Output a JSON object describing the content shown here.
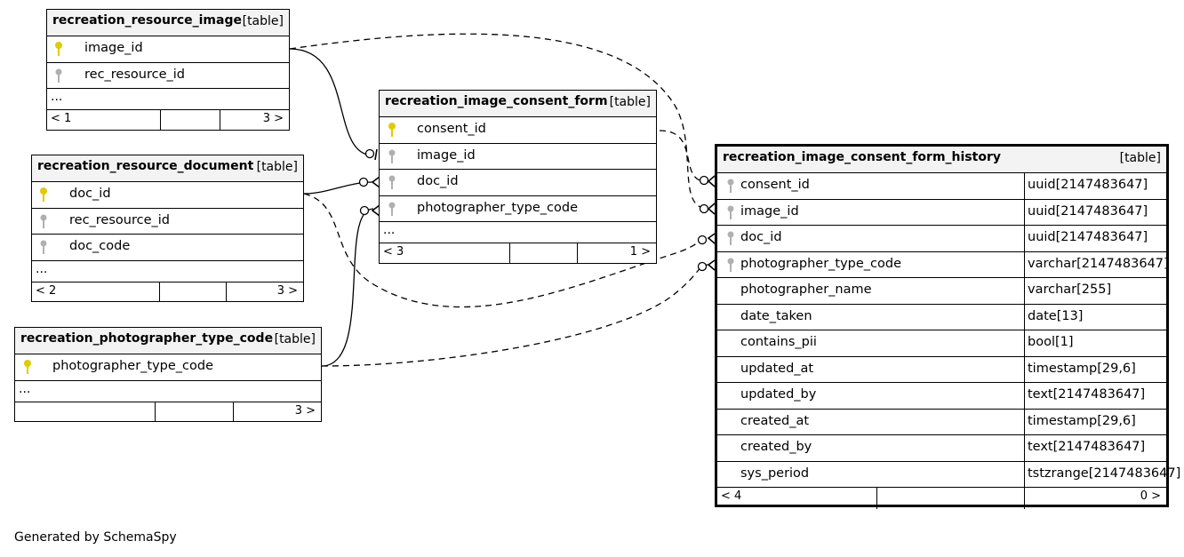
{
  "tables": {
    "resource_image": {
      "name": "recreation_resource_image",
      "type_label": "[table]",
      "columns": [
        "image_id",
        "rec_resource_id"
      ],
      "ellipsis": "...",
      "footer_left": "< 1",
      "footer_right": "3 >"
    },
    "resource_document": {
      "name": "recreation_resource_document",
      "type_label": "[table]",
      "columns": [
        "doc_id",
        "rec_resource_id",
        "doc_code"
      ],
      "ellipsis": "...",
      "footer_left": "< 2",
      "footer_right": "3 >"
    },
    "photographer_type_code": {
      "name": "recreation_photographer_type_code",
      "type_label": "[table]",
      "columns": [
        "photographer_type_code"
      ],
      "ellipsis": "...",
      "footer_left": "",
      "footer_right": "3 >"
    },
    "consent_form": {
      "name": "recreation_image_consent_form",
      "type_label": "[table]",
      "columns": [
        "consent_id",
        "image_id",
        "doc_id",
        "photographer_type_code"
      ],
      "ellipsis": "...",
      "footer_left": "< 3",
      "footer_right": "1 >"
    },
    "consent_form_history": {
      "name": "recreation_image_consent_form_history",
      "type_label": "[table]",
      "columns": [
        {
          "name": "consent_id",
          "type": "uuid[2147483647]"
        },
        {
          "name": "image_id",
          "type": "uuid[2147483647]"
        },
        {
          "name": "doc_id",
          "type": "uuid[2147483647]"
        },
        {
          "name": "photographer_type_code",
          "type": "varchar[2147483647]"
        },
        {
          "name": "photographer_name",
          "type": "varchar[255]"
        },
        {
          "name": "date_taken",
          "type": "date[13]"
        },
        {
          "name": "contains_pii",
          "type": "bool[1]"
        },
        {
          "name": "updated_at",
          "type": "timestamp[29,6]"
        },
        {
          "name": "updated_by",
          "type": "text[2147483647]"
        },
        {
          "name": "created_at",
          "type": "timestamp[29,6]"
        },
        {
          "name": "created_by",
          "type": "text[2147483647]"
        },
        {
          "name": "sys_period",
          "type": "tstzrange[2147483647]"
        }
      ],
      "footer_left": "< 4",
      "footer_right": "0 >"
    }
  },
  "credit": "Generated by SchemaSpy",
  "colors": {
    "primary_key": "#e0cc00",
    "foreign_key": "#b0b0b0"
  }
}
